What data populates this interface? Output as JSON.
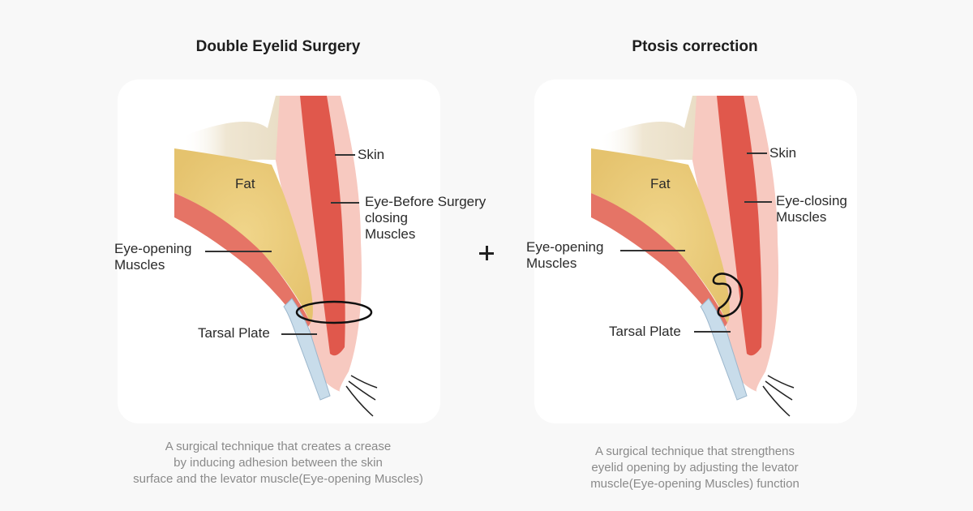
{
  "panels": [
    {
      "title": "Double Eyelid Surgery",
      "labels": {
        "skin": "Skin",
        "fat": "Fat",
        "closing_line1": "Eye-Before Surgery",
        "closing_line2": "closing",
        "closing_line3": "Muscles",
        "opening_line1": "Eye-opening",
        "opening_line2": "Muscles",
        "tarsal": "Tarsal Plate"
      },
      "marker": "ellipse",
      "description": [
        "A surgical technique that creates a crease",
        "by inducing adhesion between the skin",
        "surface and the levator muscle(Eye-opening Muscles)"
      ]
    },
    {
      "title": "Ptosis correction",
      "labels": {
        "skin": "Skin",
        "fat": "Fat",
        "closing_line1": "Eye-closing",
        "closing_line2": "Muscles",
        "opening_line1": "Eye-opening",
        "opening_line2": "Muscles",
        "tarsal": "Tarsal Plate"
      },
      "marker": "hook-suture",
      "description": [
        "A surgical technique that strengthens",
        "eyelid opening by adjusting the levator",
        "muscle(Eye-opening Muscles) function"
      ]
    }
  ],
  "connector": "plus-icon"
}
